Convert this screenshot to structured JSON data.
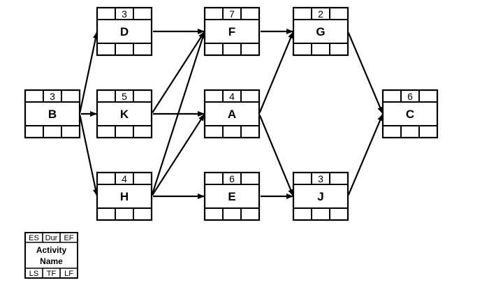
{
  "nodes": [
    {
      "id": "B",
      "name": "B",
      "duration": "3"
    },
    {
      "id": "D",
      "name": "D",
      "duration": "3"
    },
    {
      "id": "K",
      "name": "K",
      "duration": "5"
    },
    {
      "id": "H",
      "name": "H",
      "duration": "4"
    },
    {
      "id": "F",
      "name": "F",
      "duration": "7"
    },
    {
      "id": "A",
      "name": "A",
      "duration": "4"
    },
    {
      "id": "E",
      "name": "E",
      "duration": "6"
    },
    {
      "id": "G",
      "name": "G",
      "duration": "2"
    },
    {
      "id": "J",
      "name": "J",
      "duration": "3"
    },
    {
      "id": "C",
      "name": "C",
      "duration": "6"
    }
  ],
  "edges": [
    {
      "from": "B",
      "to": "D"
    },
    {
      "from": "B",
      "to": "K"
    },
    {
      "from": "B",
      "to": "H"
    },
    {
      "from": "D",
      "to": "F"
    },
    {
      "from": "K",
      "to": "F"
    },
    {
      "from": "K",
      "to": "A"
    },
    {
      "from": "H",
      "to": "F"
    },
    {
      "from": "H",
      "to": "A"
    },
    {
      "from": "H",
      "to": "E"
    },
    {
      "from": "F",
      "to": "G"
    },
    {
      "from": "A",
      "to": "G"
    },
    {
      "from": "A",
      "to": "J"
    },
    {
      "from": "E",
      "to": "J"
    },
    {
      "from": "G",
      "to": "C"
    },
    {
      "from": "J",
      "to": "C"
    }
  ],
  "legend": {
    "top": [
      "ES",
      "Dur",
      "EF"
    ],
    "name_line1": "Activity",
    "name_line2": "Name",
    "bottom": [
      "LS",
      "TF",
      "LF"
    ]
  },
  "colors": {
    "stroke": "#000000",
    "background": "#ffffff"
  }
}
